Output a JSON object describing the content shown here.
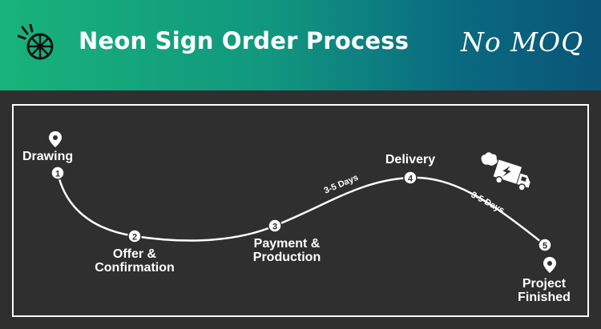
{
  "header": {
    "title": "Neon Sign Order Process",
    "tagline": "No MOQ",
    "logo_icon": "citrus-slice-icon"
  },
  "process": {
    "steps": [
      {
        "number": "1",
        "label_line1": "Drawing",
        "label_line2": ""
      },
      {
        "number": "2",
        "label_line1": "Offer &",
        "label_line2": "Confirmation"
      },
      {
        "number": "3",
        "label_line1": "Payment &",
        "label_line2": "Production"
      },
      {
        "number": "4",
        "label_line1": "Delivery",
        "label_line2": ""
      },
      {
        "number": "5",
        "label_line1": "Project",
        "label_line2": "Finished"
      }
    ],
    "durations": [
      {
        "text": "3-5 Days",
        "between": "3-4"
      },
      {
        "text": "3-5 Days",
        "between": "4-5"
      }
    ],
    "icons": [
      "map-pin-icon",
      "delivery-truck-icon"
    ]
  },
  "colors": {
    "background": "#2f2f2f",
    "header_start": "#18b37a",
    "header_end": "#0a5478",
    "line": "#ffffff"
  }
}
